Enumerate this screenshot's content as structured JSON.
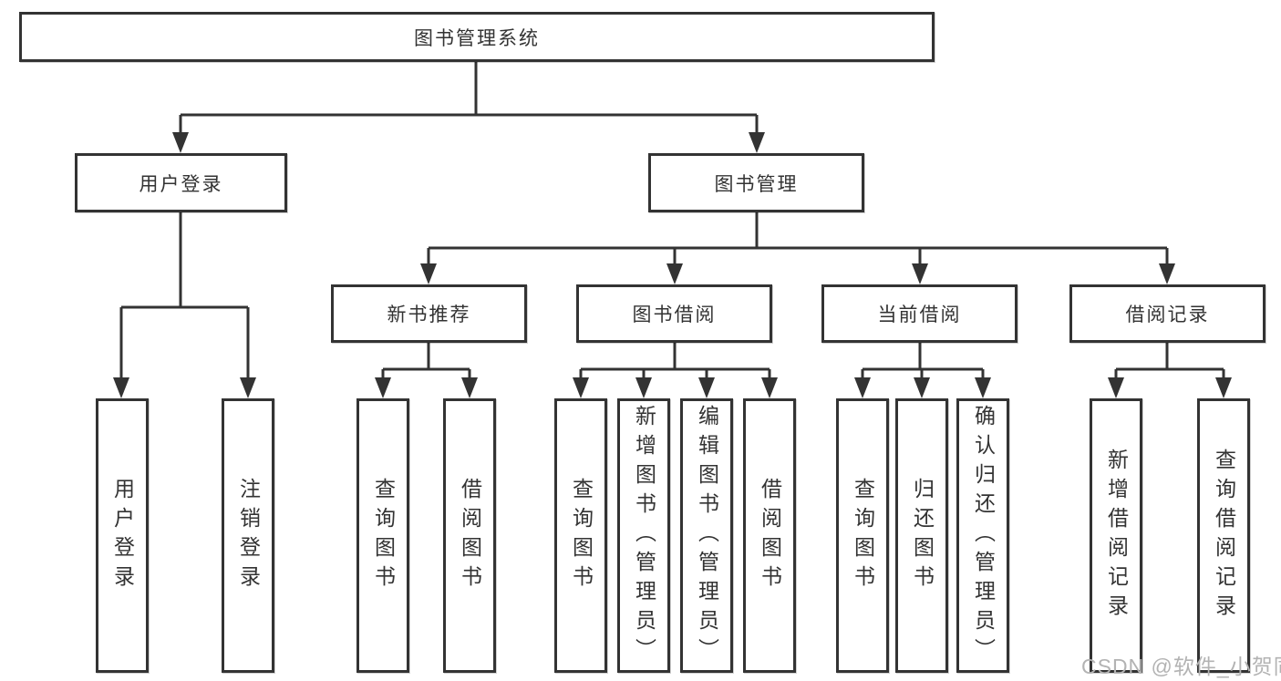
{
  "diagram_title": "图书管理系统",
  "nodes": {
    "root": {
      "label": "图书管理系统"
    },
    "user_login": {
      "label": "用户登录"
    },
    "book_management": {
      "label": "图书管理"
    },
    "new_book_recommend": {
      "label": "新书推荐"
    },
    "book_borrowing": {
      "label": "图书借阅"
    },
    "current_borrowing": {
      "label": "当前借阅"
    },
    "borrowing_records": {
      "label": "借阅记录"
    },
    "leaf_user_login": {
      "label": "用户登录"
    },
    "leaf_logout": {
      "label": "注销登录"
    },
    "leaf_query_books_1": {
      "label": "查询图书"
    },
    "leaf_borrow_books_1": {
      "label": "借阅图书"
    },
    "leaf_query_books_2": {
      "label": "查询图书"
    },
    "leaf_add_books_admin": {
      "label": "新增图书（管理员）"
    },
    "leaf_edit_books_admin": {
      "label": "编辑图书（管理员）"
    },
    "leaf_borrow_books_2": {
      "label": "借阅图书"
    },
    "leaf_query_books_3": {
      "label": "查询图书"
    },
    "leaf_return_books": {
      "label": "归还图书"
    },
    "leaf_confirm_return_admin": {
      "label": "确认归还（管理员）"
    },
    "leaf_add_borrow_record": {
      "label": "新增借阅记录"
    },
    "leaf_query_borrow_record": {
      "label": "查询借阅记录"
    }
  },
  "watermark": {
    "text": "CSDN @软件_小贺同学"
  },
  "colors": {
    "line": "#333333",
    "box_border": "#333333",
    "box_fill": "#ffffff",
    "text": "#333333",
    "watermark": "#b3b3b3",
    "background": "#ffffff"
  }
}
